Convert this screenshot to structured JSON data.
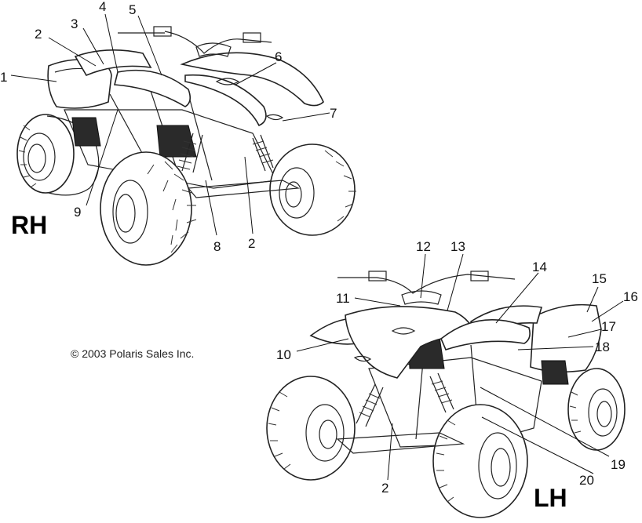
{
  "views": {
    "right": {
      "label": "RH"
    },
    "left": {
      "label": "LH"
    }
  },
  "copyright": "© 2003 Polaris Sales Inc.",
  "callouts": {
    "rh": [
      "1",
      "2",
      "3",
      "4",
      "5",
      "6",
      "7",
      "8",
      "2",
      "9"
    ],
    "lh": [
      "12",
      "13",
      "14",
      "11",
      "15",
      "16",
      "17",
      "10",
      "18",
      "19",
      "20",
      "2"
    ]
  }
}
